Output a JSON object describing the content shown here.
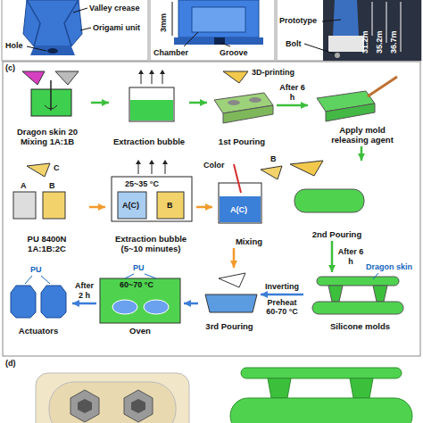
{
  "diagram": {
    "nodes": [
      {
        "text": [
          "Dragon skin 20",
          "Mixing 1A:1B"
        ]
      },
      {
        "text": [
          "Extraction bubble"
        ]
      },
      {
        "text": [
          "1st Pouring"
        ]
      },
      {
        "text": [
          "Apply mold releasing agent"
        ]
      },
      {
        "text": [
          "2nd Pouring"
        ]
      },
      {
        "text": [
          "Silicone molds"
        ]
      },
      {
        "text": [
          "PU 8400N",
          "1A:1B:2C"
        ]
      },
      {
        "text": [
          "Extraction bubble",
          "(5~10 minutes)"
        ]
      },
      {
        "text": [
          "Mixing"
        ]
      },
      {
        "text": [
          "3rd Pouring"
        ]
      },
      {
        "text": [
          "Oven"
        ]
      },
      {
        "text": [
          "Actuators"
        ]
      }
    ],
    "edges": [
      {
        "from": 0,
        "to": 1,
        "arrow": "to"
      },
      {
        "from": 1,
        "to": 2,
        "arrow": "to"
      },
      {
        "from": 2,
        "to": 3,
        "label": "After 6 h",
        "arrow": "to"
      },
      {
        "from": 3,
        "to": 4,
        "arrow": "to"
      },
      {
        "from": 4,
        "to": 5,
        "label": "After 6 h",
        "arrow": "to"
      },
      {
        "from": 5,
        "to": 9,
        "label": "Inverting",
        "arrow": "to"
      },
      {
        "from": 6,
        "to": 7,
        "arrow": "to"
      },
      {
        "from": 7,
        "to": 8,
        "arrow": "to"
      },
      {
        "from": 8,
        "to": 9,
        "arrow": "to"
      },
      {
        "from": 9,
        "to": 10,
        "arrow": "to"
      },
      {
        "from": 10,
        "to": 11,
        "label": "After 2 h",
        "arrow": "to"
      }
    ],
    "labels": [
      "Valley crease",
      "Origami unit",
      "Hole",
      "3mm",
      "Chamber",
      "Groove",
      "Prototype",
      "Bolt",
      "31.2m",
      "35.2m",
      "36.7m",
      "(c)",
      "3D-printing",
      "Dragon skin",
      "Preheat 60-70 °C",
      "C",
      "A",
      "B",
      "25~35 °C",
      "A(C)",
      "B",
      "Color",
      "B",
      "A(C)",
      "60~70 °C",
      "PU",
      "PU",
      "(d)"
    ]
  }
}
